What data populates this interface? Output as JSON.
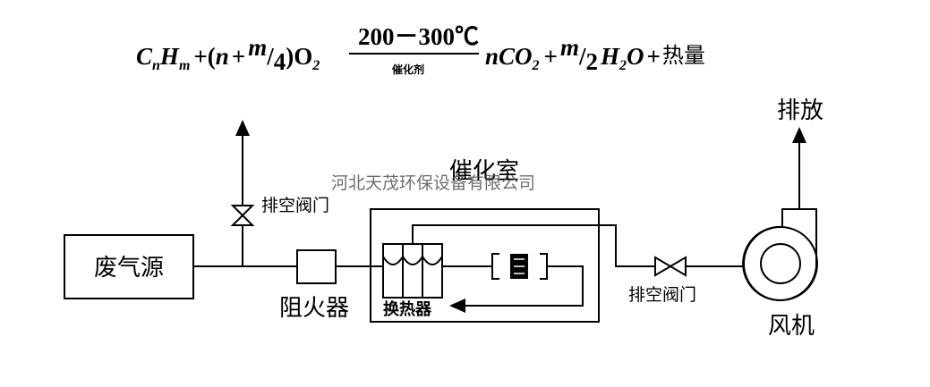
{
  "equation": {
    "c": "C",
    "c_sub": "n",
    "h": "H",
    "h_sub": "m",
    "plus_open": "+(",
    "n1": "n",
    "plus": "+",
    "m1": "m",
    "slash1": "/",
    "four": "4",
    "close_o": ")O",
    "o2_sub": "2",
    "condition_top": "200－300℃",
    "condition_bottom": "催化剂",
    "n2": "n",
    "co": "CO",
    "co2_sub": "2",
    "plus2": "+",
    "m2": "m",
    "slash2": "/",
    "two": "2",
    "h2": "H",
    "h2_sub": "2",
    "o": "O",
    "plus3": "+",
    "heat": "热量"
  },
  "labels": {
    "waste_gas_source": "废气源",
    "vent_valve_left": "排空阀门",
    "flame_arrester": "阻火器",
    "catalytic_chamber": "催化室",
    "heat_exchanger": "换热器",
    "vent_valve_right": "排空阀门",
    "discharge": "排放",
    "fan": "风机"
  },
  "watermark": "河北天茂环保设备有限公司"
}
